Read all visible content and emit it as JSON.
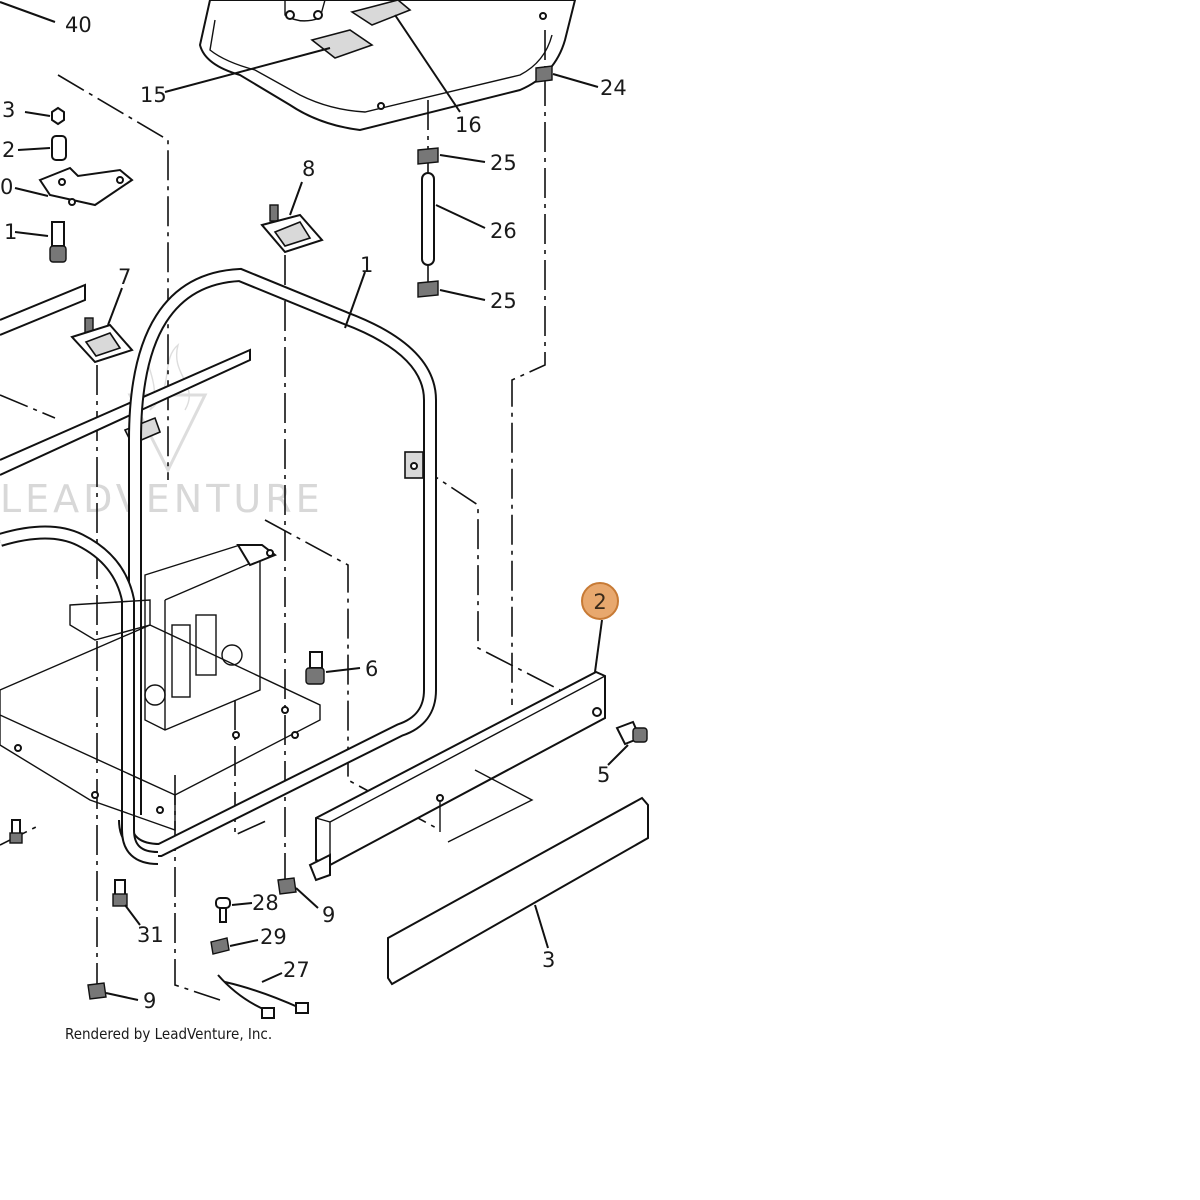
{
  "diagram": {
    "part_labels": {
      "p40": "40",
      "p15": "15",
      "p16": "16",
      "p24": "24",
      "p3a": "3",
      "p2a": "2",
      "p0": "0",
      "p1a": "1",
      "p8": "8",
      "p25a": "25",
      "p26": "26",
      "p25b": "25",
      "p1b": "1",
      "p7": "7",
      "p6": "6",
      "p2b": "2",
      "p5": "5",
      "p3b": "3",
      "p9a": "9",
      "p28": "28",
      "p29": "29",
      "p27": "27",
      "p31": "31",
      "p9b": "9"
    },
    "highlighted_part": "2",
    "watermark": "LEADVENTURE",
    "footer": "Rendered by LeadVenture, Inc.",
    "colors": {
      "highlight": "#e8a86e",
      "ink": "#111111",
      "watermark": "#d8d8d8"
    }
  }
}
